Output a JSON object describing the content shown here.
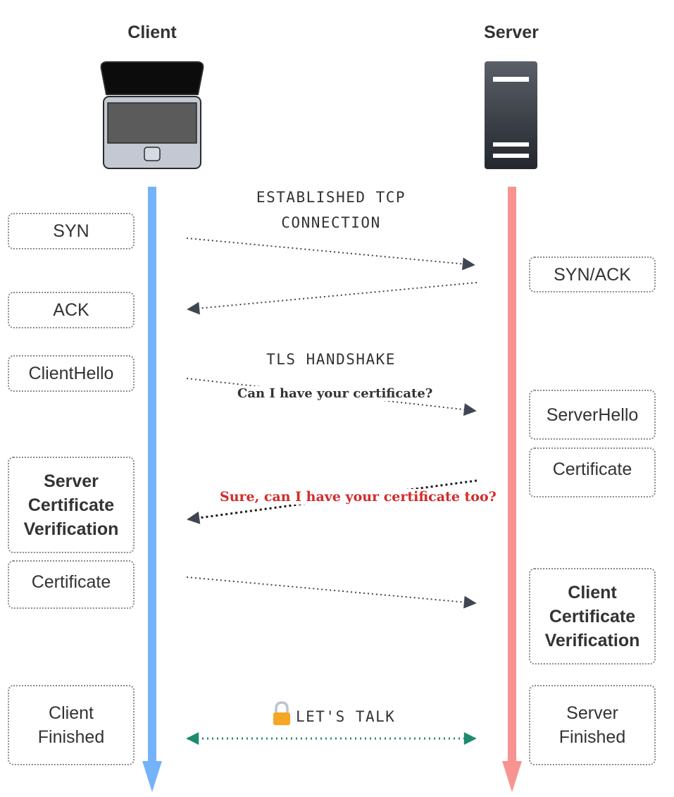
{
  "columns": {
    "client": "Client",
    "server": "Server"
  },
  "phases": {
    "tcp": "ESTABLISHED TCP\nCONNECTION",
    "tls": "TLS HANDSHAKE",
    "talk": "LET'S TALK"
  },
  "notes": {
    "request_cert": "Can I have your certificate?",
    "send_cert": "Sure, can I have your certificate too?"
  },
  "client_steps": {
    "syn": "SYN",
    "ack": "ACK",
    "client_hello": "ClientHello",
    "server_cert_verification": "Server\nCertificate\nVerification",
    "certificate": "Certificate",
    "client_finished": "Client\nFinished"
  },
  "server_steps": {
    "syn_ack": "SYN/ACK",
    "server_hello": "ServerHello",
    "certificate": "Certificate",
    "client_cert_verification": "Client\nCertificate\nVerification",
    "server_finished": "Server\nFinished"
  },
  "colors": {
    "client_line": "#74b3f9",
    "server_line": "#f89392",
    "arrow": "#3f4652",
    "secure_arrow": "#1e8a6e",
    "note_red": "#d42a2a",
    "lock": "#f6a623"
  },
  "icons": {
    "client": "laptop-icon",
    "server": "server-icon",
    "talk": "lock-icon"
  }
}
